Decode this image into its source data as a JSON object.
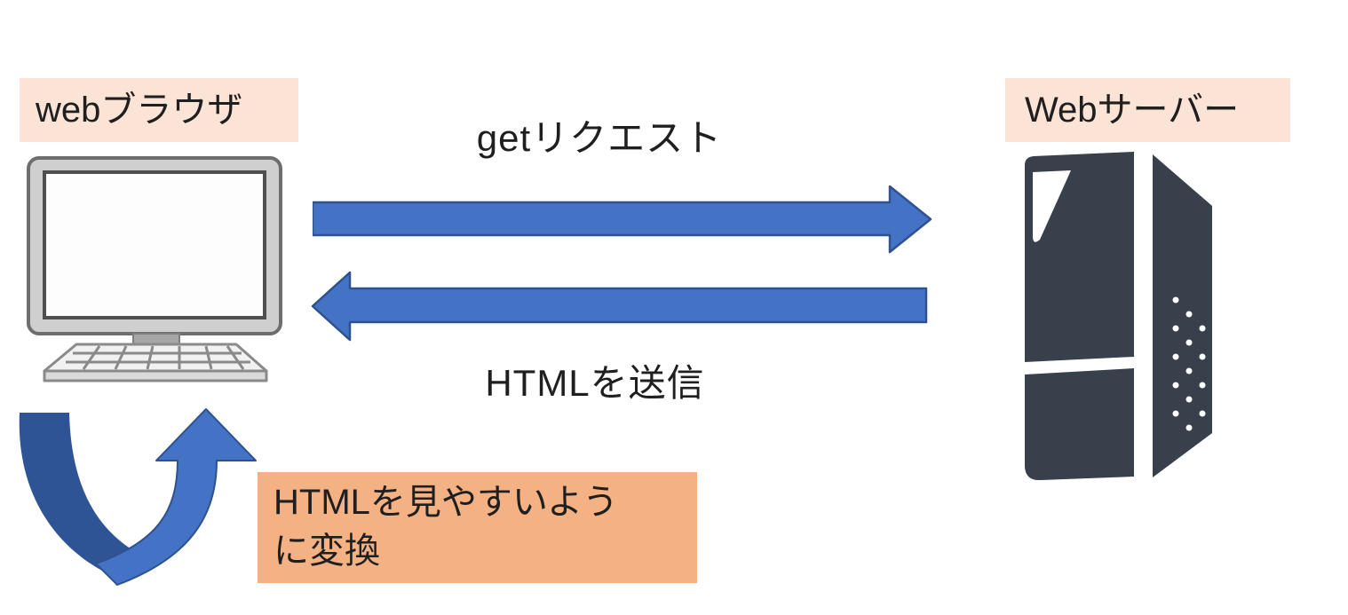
{
  "colors": {
    "label_bg": "#fbe3d6",
    "note_bg": "#f4b183",
    "arrow_fill": "#4472c4",
    "arrow_border": "#2f528f",
    "curved_dark": "#2f5496",
    "server_body": "#37404b",
    "text": "#1f1f1f"
  },
  "labels": {
    "browser": "webブラウザ",
    "server": "Webサーバー"
  },
  "arrows": {
    "request": "getリクエスト",
    "response": "HTMLを送信"
  },
  "note": {
    "lines": [
      "HTMLを見やすいよう",
      "に変換"
    ]
  },
  "icons": {
    "browser": "desktop-computer-icon",
    "server": "server-tower-icon",
    "request": "right-arrow-icon",
    "response": "left-arrow-icon",
    "render_loop": "curved-up-arrow-icon"
  }
}
